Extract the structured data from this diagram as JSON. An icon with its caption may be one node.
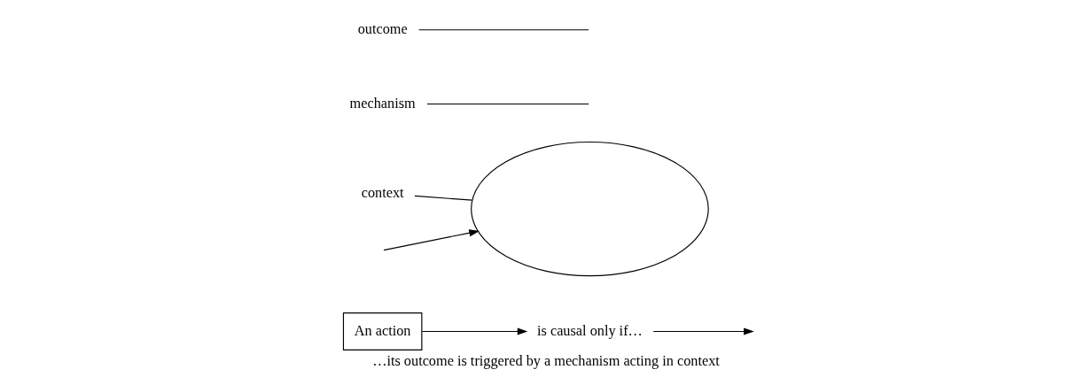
{
  "diagram": {
    "caption": "…its outcome is triggered by a mechanism acting in context",
    "nodes": [
      {
        "text": [
          "An action"
        ]
      },
      {
        "text": [
          "is causal only if…"
        ]
      },
      {
        "text": [],
        "shape": "ellipse"
      },
      {
        "text": [
          "context"
        ]
      },
      {
        "text": [
          "mechanism"
        ]
      },
      {
        "text": [
          "outcome"
        ]
      }
    ],
    "edges": [
      {
        "from": 0,
        "to": 1,
        "arrow": "to"
      },
      {
        "from": 1,
        "to": null,
        "arrow": "to"
      },
      {
        "from": null,
        "to": 2,
        "arrow": "to"
      },
      {
        "from": 3,
        "to": 2,
        "arrow": "none"
      },
      {
        "from": 4,
        "to": null,
        "arrow": "none"
      },
      {
        "from": 5,
        "to": null,
        "arrow": "none"
      }
    ]
  }
}
